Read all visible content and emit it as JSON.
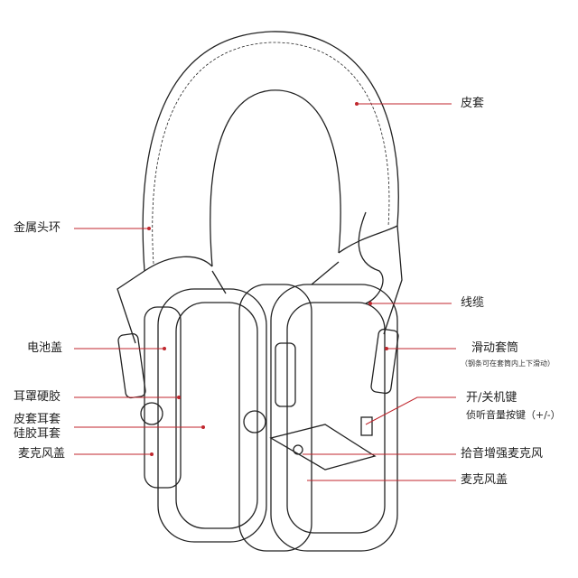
{
  "colors": {
    "leader": "#c0262d",
    "line": "#222222"
  },
  "labels": {
    "leather_cover": "皮套",
    "metal_headband": "金属头环",
    "cable": "线缆",
    "battery_cover": "电池盖",
    "sliding_sleeve": "滑动套筒",
    "sliding_sleeve_note": "（钢条可在套筒内上下滑动）",
    "earcup_hard_shell": "耳罩硬胶",
    "power_button": "开/关机键",
    "volume_buttons": "侦听音量按键（+/-）",
    "leather_ear_cushion": "皮套耳套",
    "silicone_ear_cushion": "硅胶耳套",
    "mic_cover_left": "麦克风盖",
    "pickup_mic": "拾音增强麦克风",
    "mic_cover_right": "麦克风盖"
  }
}
